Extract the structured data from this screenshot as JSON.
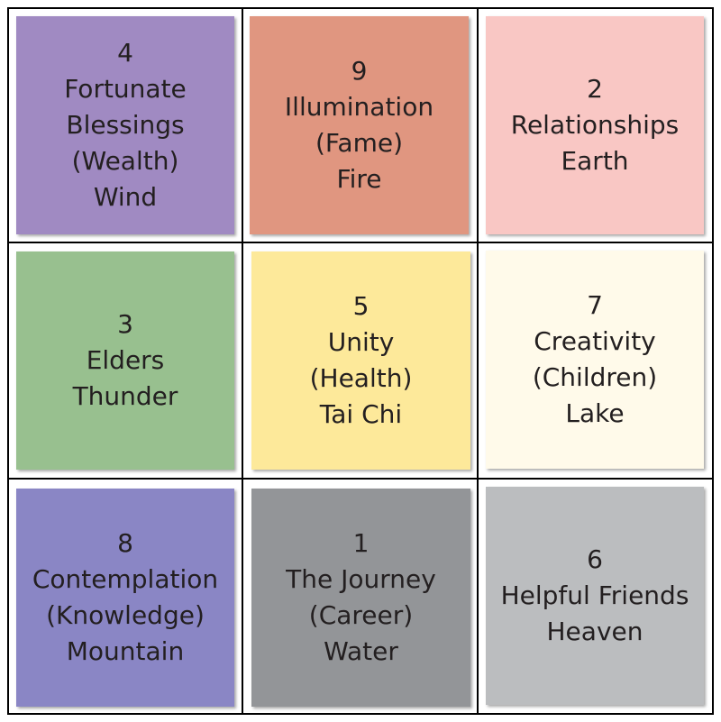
{
  "cells": [
    {
      "lines": [
        "4",
        "Fortunate",
        "Blessings",
        "(Wealth)",
        "Wind"
      ],
      "color": "#a08ac2"
    },
    {
      "lines": [
        "9",
        "Illumination",
        "(Fame)",
        "Fire"
      ],
      "color": "#e09680"
    },
    {
      "lines": [
        "2",
        "Relationships",
        "Earth"
      ],
      "color": "#f9c7c4"
    },
    {
      "lines": [
        "3",
        "Elders",
        "Thunder"
      ],
      "color": "#98c08f"
    },
    {
      "lines": [
        "5",
        "Unity",
        "(Health)",
        "Tai Chi"
      ],
      "color": "#fde99a"
    },
    {
      "lines": [
        "7",
        "Creativity",
        "(Children)",
        "Lake"
      ],
      "color": "#fffaea"
    },
    {
      "lines": [
        "8",
        "Contemplation",
        "(Knowledge)",
        "Mountain"
      ],
      "color": "#8a86c5"
    },
    {
      "lines": [
        "1",
        "The Journey",
        "(Career)",
        "Water"
      ],
      "color": "#939598"
    },
    {
      "lines": [
        "6",
        "Helpful Friends",
        "Heaven"
      ],
      "color": "#bbbdbf"
    }
  ]
}
